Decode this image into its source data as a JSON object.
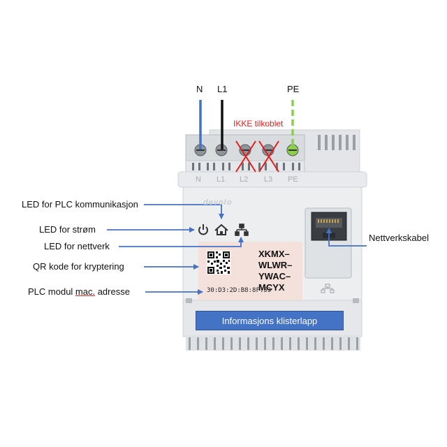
{
  "wires": {
    "n": "N",
    "l1": "L1",
    "pe": "PE",
    "not_connected": "IKKE tilkoblet"
  },
  "terminal_labels": [
    "N",
    "L1",
    "L2",
    "L3",
    "PE"
  ],
  "brand": "devolo",
  "labels": {
    "led_plc_prefix": "LED for PLC kommunikasjon",
    "led_power": "LED for strøm",
    "led_network": "LED for nettverk",
    "qr_code": "QR kode for kryptering",
    "mac_prefix": "PLC modul ",
    "mac_underlined": "mac.",
    "mac_suffix": " adresse",
    "network_cable": "Nettverkskabel"
  },
  "sticker": {
    "code_lines": [
      "XKMX–",
      "WLWR–",
      "YWAC–",
      "MCYX"
    ],
    "mac_address": "30:D3:2D:B8:8F:53"
  },
  "info_banner": "Informasjons klisterlapp",
  "colors": {
    "arrow": "#4472c4",
    "neutral_wire": "#4472c4",
    "live_wire": "#111111",
    "pe_wire": "#8bcf4a",
    "cross": "#e0201c",
    "device": "#eceef0"
  }
}
